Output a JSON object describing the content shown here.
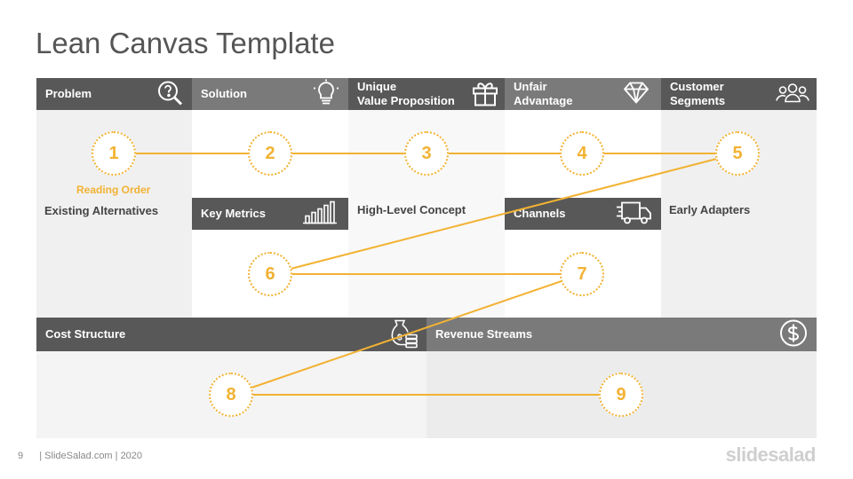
{
  "title": "Lean Canvas Template",
  "headers": {
    "problem": "Problem",
    "solution": "Solution",
    "uvp": "Unique\nValue Proposition",
    "unfair": "Unfair\nAdvantage",
    "segments": "Customer\nSegments",
    "metrics": "Key Metrics",
    "channels": "Channels",
    "cost": "Cost Structure",
    "revenue": "Revenue Streams"
  },
  "subs": {
    "alternatives": "Existing Alternatives",
    "concept": "High-Level Concept",
    "adopters": "Early Adapters"
  },
  "reading_order": "Reading Order",
  "steps": [
    "1",
    "2",
    "3",
    "4",
    "5",
    "6",
    "7",
    "8",
    "9"
  ],
  "colors": {
    "accent": "#F2B233",
    "dark_header": "#585858",
    "mid_header": "#7a7a7a"
  },
  "footer": {
    "page": "9",
    "text": "| SlideSalad.com | 2020",
    "brand": "slidesalad"
  }
}
